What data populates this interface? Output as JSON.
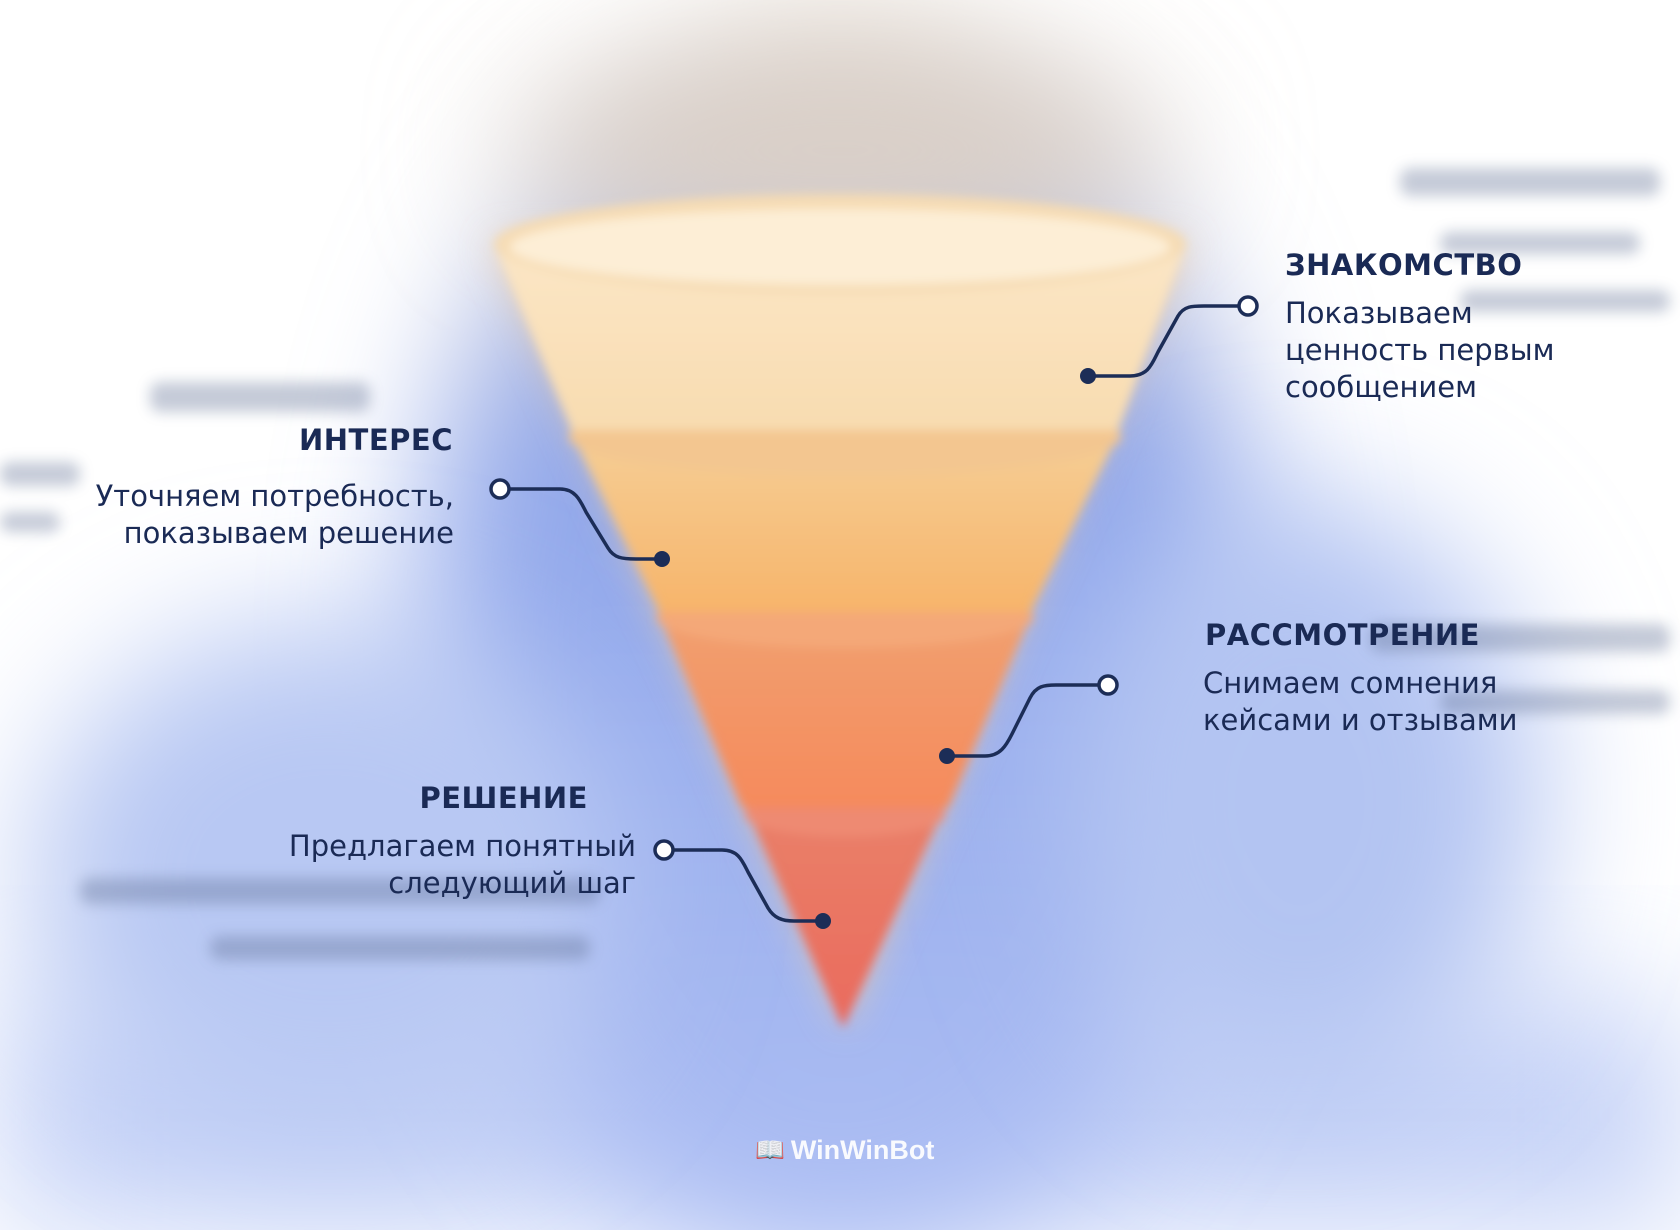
{
  "colors": {
    "text": "#1a2a55",
    "connector": "#1c2d57",
    "background_glow": "#7d98e8",
    "stage_1": "#f8dcb0",
    "stage_2": "#f7b46a",
    "stage_3": "#f58a5c",
    "stage_4": "#ea6a5e"
  },
  "stages": [
    {
      "title": "ЗНАКОМСТВО",
      "lines": [
        "Показываем",
        "ценность первым",
        "сообщением"
      ]
    },
    {
      "title": "ИНТЕРЕС",
      "lines": [
        "Уточняем потребность,",
        "показываем решение"
      ]
    },
    {
      "title": "РАССМОТРЕНИЕ",
      "lines": [
        "Снимаем сомнения",
        "кейсами и отзывами"
      ]
    },
    {
      "title": "РЕШЕНИЕ",
      "lines": [
        "Предлагаем понятный",
        "следующий шаг"
      ]
    }
  ],
  "brand": {
    "logo_icon": "book-icon",
    "name": "WinWinBot"
  }
}
